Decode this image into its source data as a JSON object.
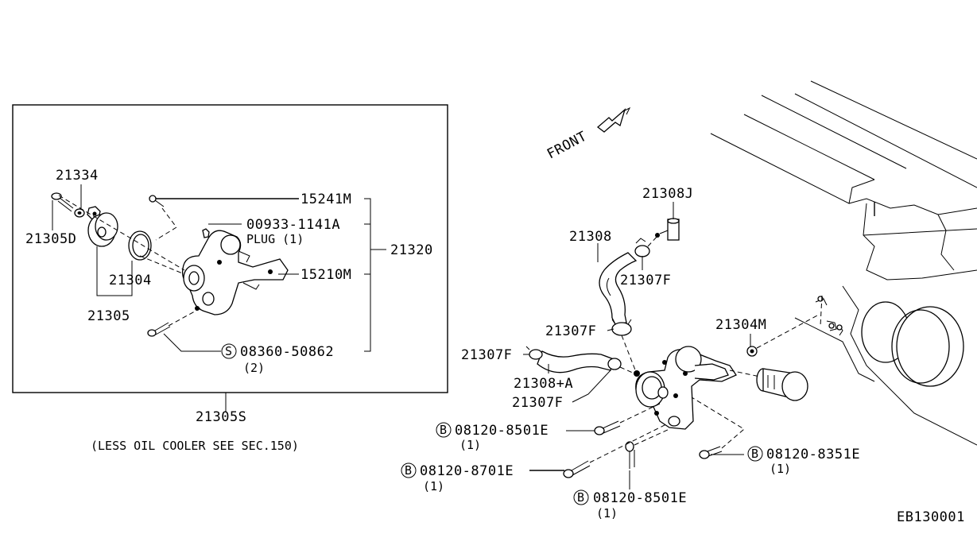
{
  "labels": {
    "p21334": "21334",
    "p21305D": "21305D",
    "p21304": "21304",
    "p21305": "21305",
    "p15241M": "15241M",
    "p00933": "00933-1141A",
    "plug": "PLUG (1)",
    "p15210M": "15210M",
    "p21320": "21320",
    "s_marker": "S",
    "p08360": "08360-50862",
    "qty2": "(2)",
    "p21305S": "21305S",
    "less_note": "(LESS OIL COOLER SEE SEC.150)",
    "front": "FRONT",
    "p21308J": "21308J",
    "p21308": "21308",
    "p21307F_a": "21307F",
    "p21304M": "21304M",
    "p21307F_b": "21307F",
    "p21307F_c": "21307F",
    "p21308A": "21308+A",
    "p21307F_d": "21307F",
    "b_marker": "B",
    "p08120_8501E_a": "08120-8501E",
    "qty1_a": "(1)",
    "p08120_8701E": "08120-8701E",
    "qty1_b": "(1)",
    "p08120_8501E_b": "08120-8501E",
    "qty1_c": "(1)",
    "p08120_8351E": "08120-8351E",
    "qty1_d": "(1)",
    "ref_code": "EB130001"
  }
}
